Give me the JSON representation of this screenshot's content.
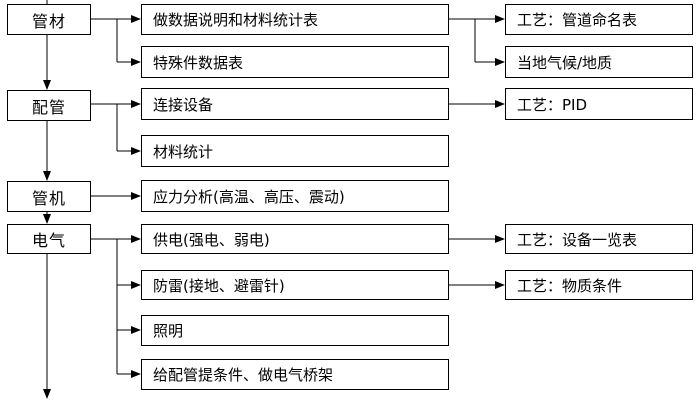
{
  "diagram": {
    "type": "flowchart",
    "colors": {
      "line": "#000000",
      "background": "#ffffff",
      "box_border": "#000000",
      "text": "#000000"
    },
    "stages": {
      "pipe_material": "管材",
      "piping": "配管",
      "pipe_mechanical": "管机",
      "electrical": "电气"
    },
    "tasks": {
      "data_description": "做数据说明和材料统计表",
      "special_parts": "特殊件数据表",
      "connect_equipment": "连接设备",
      "material_statistics": "材料统计",
      "stress_analysis": "应力分析(高温、高压、震动)",
      "power_supply": "供电(强电、弱电)",
      "lightning_protection": "防雷(接地、避雷针)",
      "lighting": "照明",
      "piping_conditions": "给配管提条件、做电气桥架"
    },
    "outputs": {
      "pipe_naming": "工艺：管道命名表",
      "local_climate": "当地气候/地质",
      "pid": "工艺：PID",
      "equipment_list": "工艺：设备一览表",
      "material_conditions": "工艺：物质条件"
    }
  }
}
